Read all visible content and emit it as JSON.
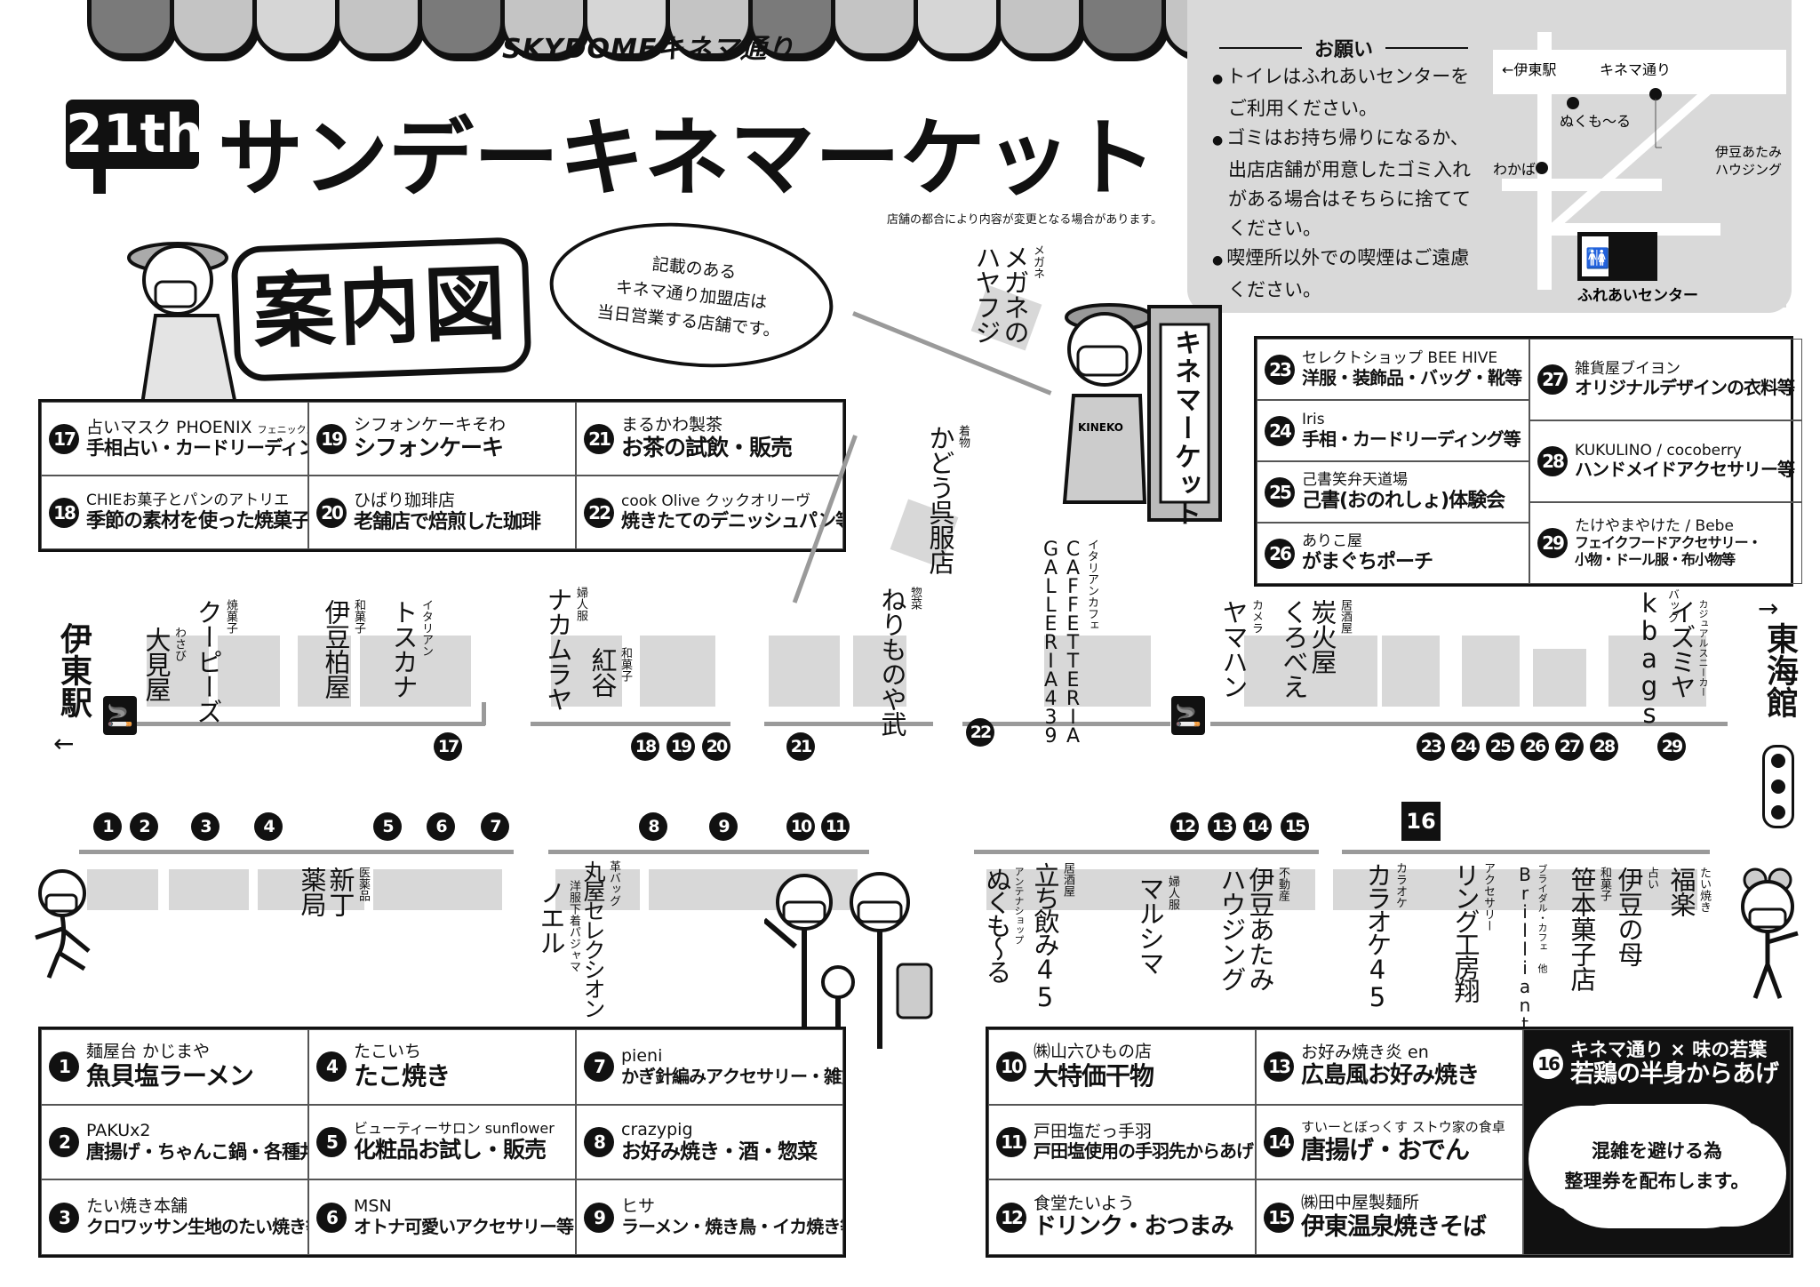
{
  "header": {
    "brand": "SKYDOMEキネマ通り",
    "edition": "21th",
    "title": "サンデーキネマーケット",
    "disclaimer": "店舗の都合により内容が変更となる場合があります。"
  },
  "notice": {
    "heading": "お願い",
    "items": [
      "トイレはふれあいセンターをご利用ください。",
      "ゴミはお持ち帰りになるか、出店店舗が用意したゴミ入れがある場合はそちらに捨ててください。",
      "喫煙所以外での喫煙はご遠慮ください。"
    ]
  },
  "mini_map": {
    "station": "←伊東駅",
    "street": "キネマ通り",
    "nukumoru": "ぬくも〜る",
    "wakaba": "わかば",
    "izu_atami_1": "伊豆あたみ",
    "izu_atami_2": "ハウジング",
    "center": "ふれあいセンター"
  },
  "guide": {
    "sign": "案内図",
    "bubble": [
      "記載のある",
      "キネマ通り加盟店は",
      "当日営業する店舗です。"
    ]
  },
  "mascot": {
    "apron": "KINEKO",
    "banner": "キネマーケット"
  },
  "stalls_upper_left": [
    {
      "no": "17",
      "shop": "占いマスク PHOENIX",
      "ruby": "フェニックス",
      "desc": "手相占い・カードリーディング等"
    },
    {
      "no": "19",
      "shop": "シフォンケーキそわ",
      "desc": "シフォンケーキ"
    },
    {
      "no": "21",
      "shop": "まるかわ製茶",
      "desc": "お茶の試飲・販売"
    },
    {
      "no": "18",
      "shop": "CHIEお菓子とパンのアトリエ",
      "desc": "季節の素材を使った焼菓子"
    },
    {
      "no": "20",
      "shop": "ひばり珈琲店",
      "desc": "老舗店で焙煎した珈琲"
    },
    {
      "no": "22",
      "shop": "cook Olive クックオリーヴ",
      "desc": "焼きたてのデニッシュパン等"
    }
  ],
  "stalls_upper_right": {
    "left": [
      {
        "no": "23",
        "shop": "セレクトショップ BEE HIVE",
        "desc": "洋服・装飾品・バッグ・靴等"
      },
      {
        "no": "24",
        "shop": "Iris",
        "desc": "手相・カードリーディング等"
      },
      {
        "no": "25",
        "shop": "己書笑弁天道場",
        "desc": "己書(おのれしょ)体験会"
      },
      {
        "no": "26",
        "shop": "ありこ屋",
        "desc": "がまぐちポーチ"
      }
    ],
    "right": [
      {
        "no": "27",
        "shop": "雑貨屋ブイヨン",
        "desc": "オリジナルデザインの衣料等"
      },
      {
        "no": "28",
        "shop": "KUKULINO / cocoberry",
        "desc": "ハンドメイドアクセサリー等"
      },
      {
        "no": "29",
        "shop": "たけやまやけた / Bebe",
        "desc": "フェイクフードアクセサリー・",
        "desc2": "小物・ドール服・布小物等"
      }
    ]
  },
  "stalls_lower_left": [
    {
      "no": "1",
      "shop": "麺屋台 かじまや",
      "desc": "魚貝塩ラーメン"
    },
    {
      "no": "4",
      "shop": "たこいち",
      "desc": "たこ焼き"
    },
    {
      "no": "7",
      "shop": "pieni",
      "desc": "かぎ針編みアクセサリー・雑貨"
    },
    {
      "no": "2",
      "shop": "PAKUx2",
      "desc": "唐揚げ・ちゃんこ鍋・各種丼等"
    },
    {
      "no": "5",
      "shop": "ビューティーサロン sunflower",
      "desc": "化粧品お試し・販売"
    },
    {
      "no": "8",
      "shop": "crazypig",
      "desc": "お好み焼き・酒・惣菜"
    },
    {
      "no": "3",
      "shop": "たい焼き本舗",
      "desc": "クロワッサン生地のたい焼き等"
    },
    {
      "no": "6",
      "shop": "MSN",
      "desc": "オトナ可愛いアクセサリー等"
    },
    {
      "no": "9",
      "shop": "ヒサ",
      "desc": "ラーメン・焼き鳥・イカ焼き等"
    }
  ],
  "stalls_lower_right": [
    {
      "no": "10",
      "shop": "㈱山六ひもの店",
      "desc": "大特価干物"
    },
    {
      "no": "13",
      "shop": "お好み焼き炎 en",
      "desc": "広島風お好み焼き"
    },
    {
      "no": "11",
      "shop": "戸田塩だっ手羽",
      "desc": "戸田塩使用の手羽先からあげ"
    },
    {
      "no": "14",
      "shop": "すいーとぼっくす ストウ家の食卓",
      "desc": "唐揚げ・おでん"
    },
    {
      "no": "12",
      "shop": "食堂たいよう",
      "desc": "ドリンク・おつまみ"
    },
    {
      "no": "15",
      "shop": "㈱田中屋製麺所",
      "desc": "伊東温泉焼きそば"
    }
  ],
  "feature": {
    "no": "16",
    "shop": "キネマ通り × 味の若葉",
    "desc": "若鶏の半身からあげ",
    "note": [
      "混雑を避ける為",
      "整理券を配布します。"
    ]
  },
  "map": {
    "ito_station": "伊東駅",
    "left_arrow": "←",
    "tokaikan": "東海館",
    "right_arrow": "→",
    "top_shops": [
      {
        "name": "大見屋",
        "genre": "わさび"
      },
      {
        "name": "クーピーズ",
        "genre": "焼菓子"
      },
      {
        "name": "伊豆柏屋",
        "genre": "和菓子"
      },
      {
        "name": "トスカナ",
        "genre": "イタリアン"
      },
      {
        "name": "ナカムラヤ",
        "genre": "婦人服"
      },
      {
        "name": "紅谷",
        "genre": "和菓子"
      },
      {
        "name": "ねりものや武",
        "genre": "惣菜"
      },
      {
        "name": "かどう呉服店",
        "genre": "着物"
      },
      {
        "name": "メガネの\nハヤフジ",
        "genre": "メガネ"
      },
      {
        "name": "GALLERIA439",
        "genre": ""
      },
      {
        "name": "CAFFETTERIA",
        "genre": "イタリアンカフェ"
      },
      {
        "name": "ヤマハン",
        "genre": "カメラ"
      },
      {
        "name": "炭火屋\nくろべえ",
        "genre": "居酒屋"
      },
      {
        "name": "kbags",
        "genre": "バッグ"
      },
      {
        "name": "イズミヤ",
        "genre": "カジュアルスニーカー"
      }
    ],
    "bottom_shops": [
      {
        "name": "新丁\n薬局",
        "genre": "医薬品"
      },
      {
        "name": "ノエル",
        "genre": "洋服下着パジャマ"
      },
      {
        "name": "丸屋セレクシオン",
        "genre": "革バッグ"
      },
      {
        "name": "ぬくも〜る",
        "genre": "アンテナショップ"
      },
      {
        "name": "立ち飲み45",
        "genre": "居酒屋"
      },
      {
        "name": "マルシマ",
        "genre": "婦人服"
      },
      {
        "name": "伊豆あたみ\nハウジング",
        "genre": "不動産"
      },
      {
        "name": "カラオケ45",
        "genre": "カラオケ"
      },
      {
        "name": "リング工房翔",
        "genre": "アクセサリー"
      },
      {
        "name": "Brilliant",
        "genre": "ブライダル・カフェ 他"
      },
      {
        "name": "笹本菓子店",
        "genre": "和菓子"
      },
      {
        "name": "伊豆の母",
        "genre": "占い"
      },
      {
        "name": "福楽",
        "genre": "たい焼き"
      }
    ],
    "markers_top": [
      "17",
      "18",
      "19",
      "20",
      "21",
      "22",
      "23",
      "24",
      "25",
      "26",
      "27",
      "28",
      "29"
    ],
    "markers_bottom": [
      "1",
      "2",
      "3",
      "4",
      "5",
      "6",
      "7",
      "8",
      "9",
      "10",
      "11",
      "12",
      "13",
      "14",
      "15"
    ],
    "marker_feature": "16"
  }
}
